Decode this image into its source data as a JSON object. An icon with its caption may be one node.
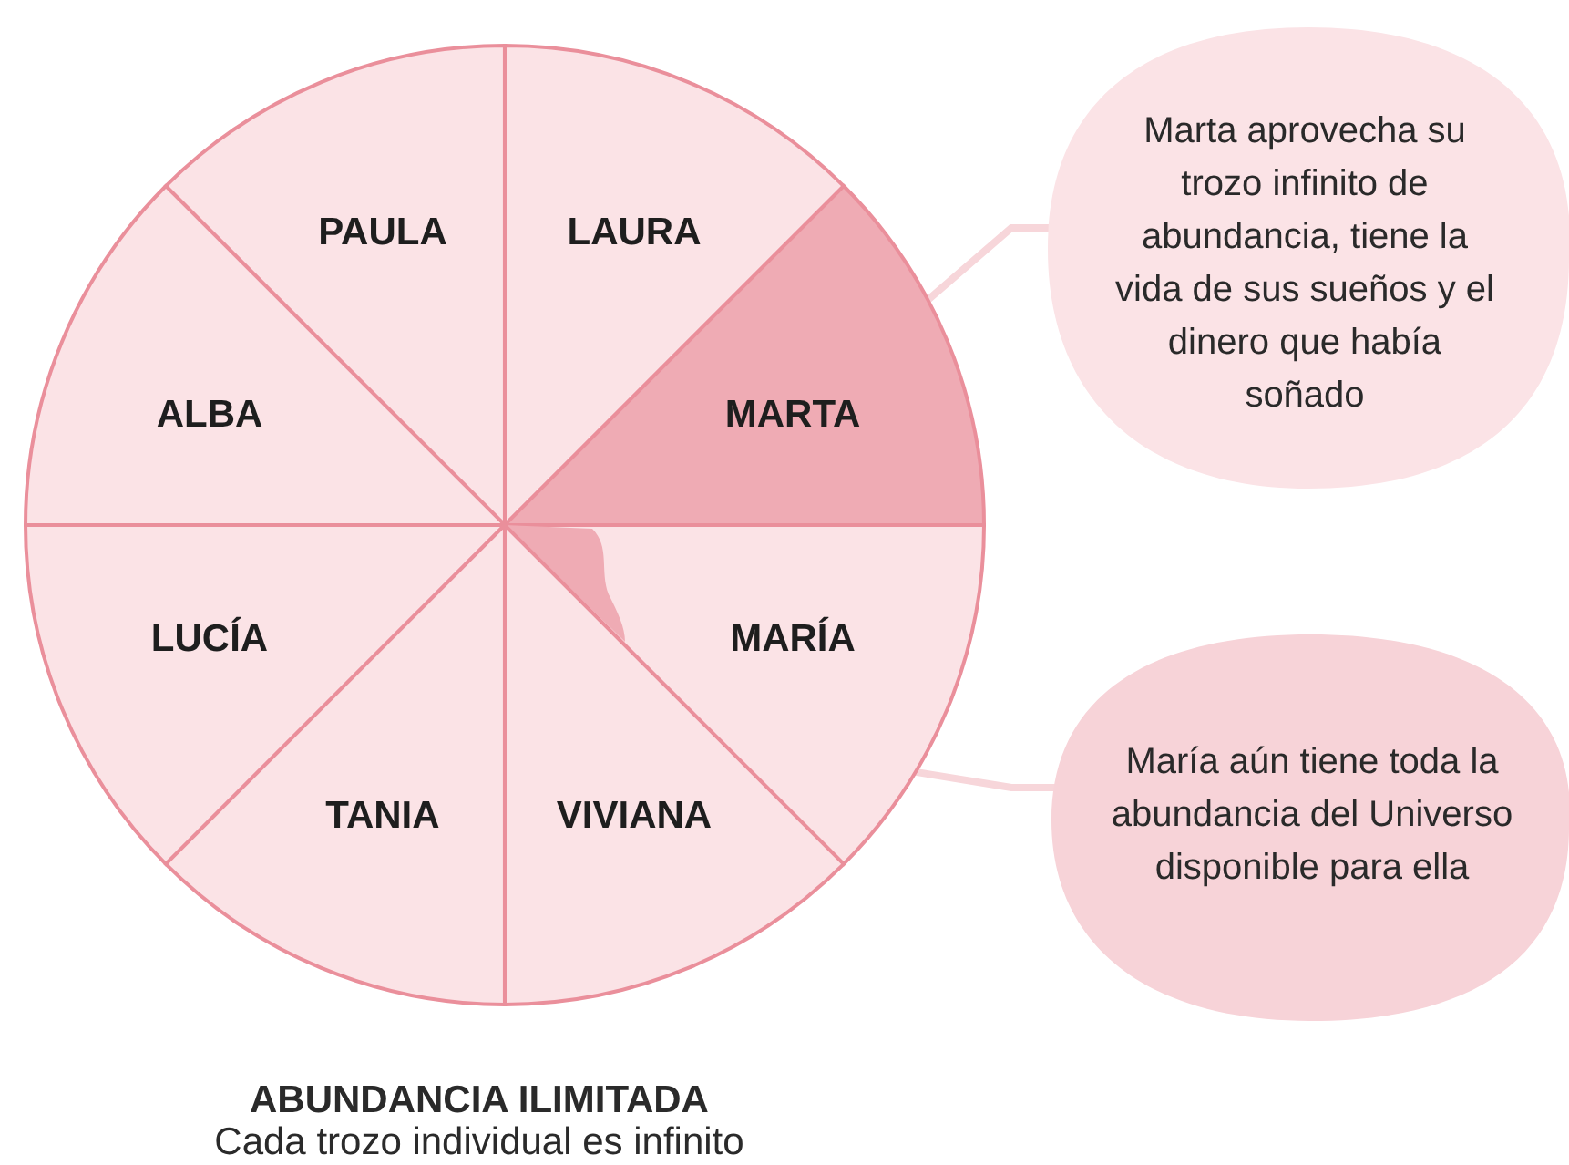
{
  "diagram": {
    "title": "ABUNDANCIA ILIMITADA",
    "caption": "Cada trozo individual es infinito",
    "nodes": [
      {
        "text": [
          "PAULA"
        ]
      },
      {
        "text": [
          "LAURA"
        ]
      },
      {
        "text": [
          "ALBA"
        ]
      },
      {
        "text": [
          "MARTA"
        ]
      },
      {
        "text": [
          "LUCÍA"
        ]
      },
      {
        "text": [
          "MARÍA"
        ]
      },
      {
        "text": [
          "TANIA"
        ]
      },
      {
        "text": [
          "VIVIANA"
        ]
      },
      {
        "text": [
          "Marta aprovecha su trozo infinito de abundancia, tiene la vida de sus sueños y el dinero que había soñado"
        ]
      },
      {
        "text": [
          "María aún tiene toda la abundancia del Universo disponible para ella"
        ]
      }
    ],
    "edges": [
      {
        "from": 8,
        "to": 3,
        "arrow": "none"
      },
      {
        "from": 9,
        "to": 5,
        "arrow": "none"
      }
    ]
  }
}
